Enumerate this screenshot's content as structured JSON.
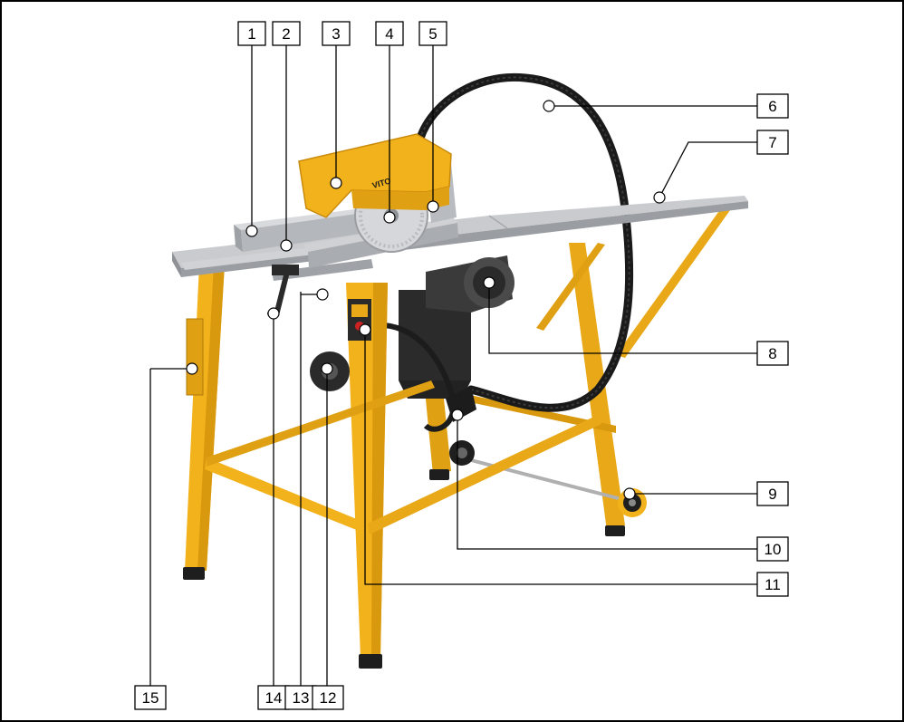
{
  "diagram": {
    "brand_text": "VITO",
    "callouts": [
      {
        "id": "1",
        "label": "1"
      },
      {
        "id": "2",
        "label": "2"
      },
      {
        "id": "3",
        "label": "3"
      },
      {
        "id": "4",
        "label": "4"
      },
      {
        "id": "5",
        "label": "5"
      },
      {
        "id": "6",
        "label": "6"
      },
      {
        "id": "7",
        "label": "7"
      },
      {
        "id": "8",
        "label": "8"
      },
      {
        "id": "9",
        "label": "9"
      },
      {
        "id": "10",
        "label": "10"
      },
      {
        "id": "11",
        "label": "11"
      },
      {
        "id": "12",
        "label": "12"
      },
      {
        "id": "13",
        "label": "13"
      },
      {
        "id": "14",
        "label": "14"
      },
      {
        "id": "15",
        "label": "15"
      }
    ]
  },
  "colors": {
    "frame": "#000000",
    "yellow": "#f2b21b",
    "yellow_dark": "#c98a0c",
    "table_top": "#b9bcbf",
    "table_edge": "#8e9296",
    "hose": "#1a1a1a",
    "motor": "#2b2b2b",
    "leader": "#000000",
    "marker_fill": "#ffffff"
  }
}
